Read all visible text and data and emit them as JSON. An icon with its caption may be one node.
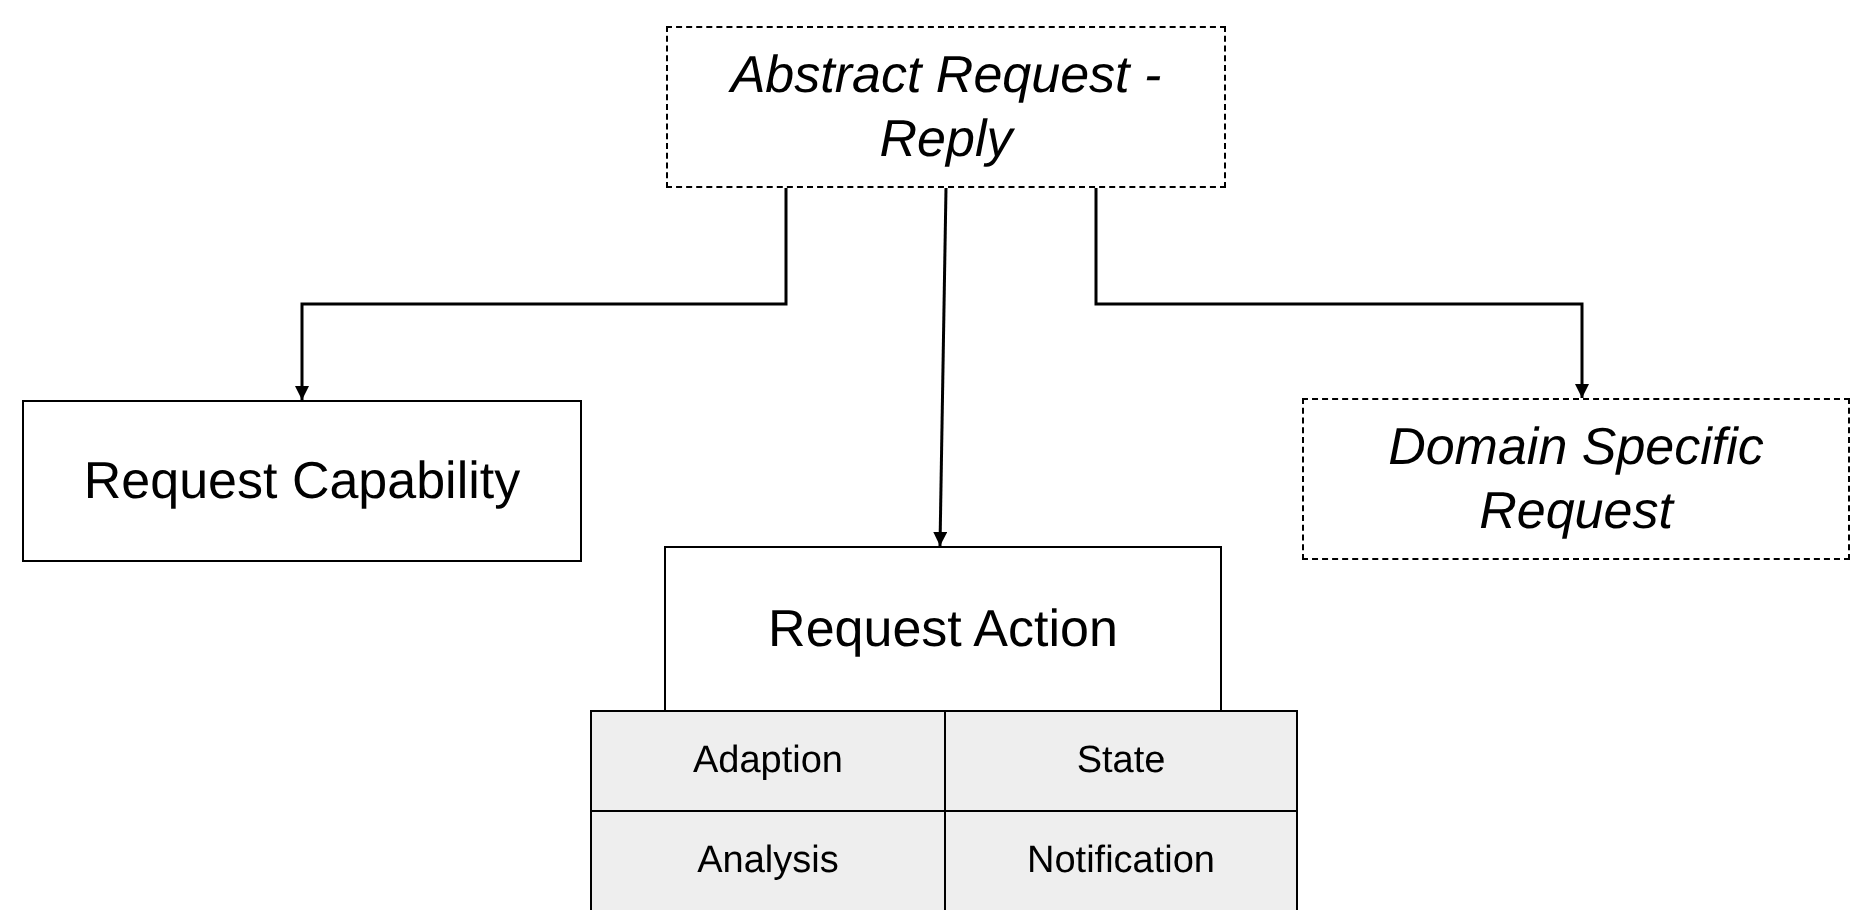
{
  "diagram": {
    "nodes": [
      {
        "text": [
          "Abstract Request - Reply"
        ]
      },
      {
        "text": [
          "Request Capability"
        ]
      },
      {
        "text": [
          "Domain Specific Request"
        ]
      },
      {
        "text": [
          "Request Action"
        ]
      },
      {
        "text": [
          "Adaption"
        ]
      },
      {
        "text": [
          "State"
        ]
      },
      {
        "text": [
          "Analysis"
        ]
      },
      {
        "text": [
          "Notification"
        ]
      }
    ],
    "edges": [
      {
        "from": 0,
        "to": 1,
        "arrow": "to"
      },
      {
        "from": 0,
        "to": 3,
        "arrow": "to"
      },
      {
        "from": 0,
        "to": 2,
        "arrow": "to"
      }
    ]
  }
}
